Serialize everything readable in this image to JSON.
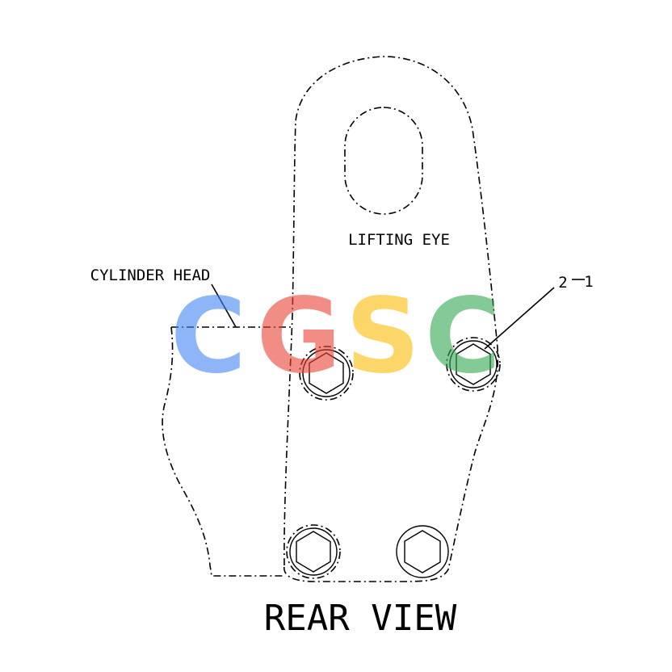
{
  "labels": {
    "lifting_eye": "LIFTING EYE",
    "cylinder_head": "CYLINDER HEAD",
    "callout_2": "2",
    "callout_1": "1",
    "view_title": "REAR VIEW"
  },
  "watermark": {
    "letters": [
      "C",
      "G",
      "S",
      "C"
    ],
    "colors": [
      "#4285F4",
      "#EA4335",
      "#FBBC05",
      "#34A853"
    ]
  }
}
